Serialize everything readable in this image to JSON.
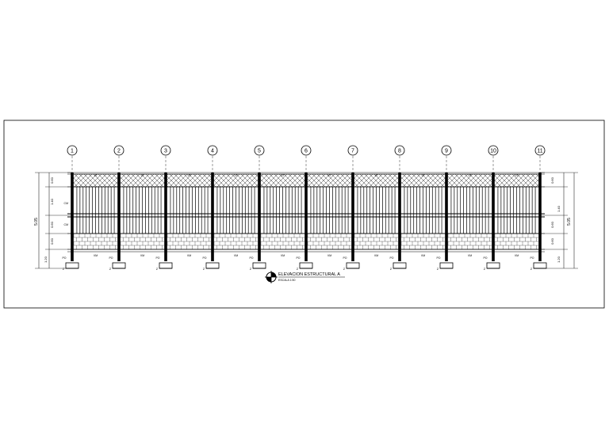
{
  "drawing": {
    "title": "ELEVACION ESTRUCTURAL A",
    "scale": "ESCALA 1:50",
    "axes": [
      "1",
      "2",
      "3",
      "4",
      "5",
      "6",
      "7",
      "8",
      "9",
      "10",
      "11"
    ],
    "column_tag": "PO",
    "beam_tag": "VM",
    "top_beam_tag": "VT",
    "footing_tag": "Z",
    "left_dimensions": {
      "total": "5.05",
      "segments": [
        "0.60",
        "1.40",
        "0.60",
        "0.60",
        "1.20"
      ]
    },
    "right_dimensions": {
      "total": "5.05",
      "segments": [
        "0.60",
        "1.40",
        "0.60",
        "0.60",
        "1.20"
      ]
    },
    "mid_label": "CM",
    "colors": {
      "line": "#000000",
      "background": "#ffffff"
    }
  }
}
